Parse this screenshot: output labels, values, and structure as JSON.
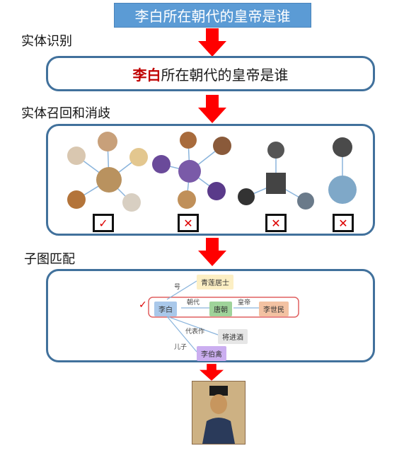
{
  "top_query": "李白所在朝代的皇帝是谁",
  "steps": {
    "entity_recognition": "实体识别",
    "entity_linking": "实体召回和消歧",
    "subgraph_matching": "子图匹配"
  },
  "query_parts": {
    "entity": "李白",
    "rest": "所在朝代的皇帝是谁"
  },
  "candidates": [
    {
      "mark": "✓",
      "status": "correct"
    },
    {
      "mark": "✕",
      "status": "wrong"
    },
    {
      "mark": "✕",
      "status": "wrong"
    },
    {
      "mark": "✕",
      "status": "wrong"
    }
  ],
  "subgraph": {
    "match_mark": "✓",
    "nodes": {
      "libai": "李白",
      "tang": "唐朝",
      "lishimin": "李世民",
      "qinglian": "青莲居士",
      "jiang": "将进酒",
      "libochin": "李伯禽"
    },
    "edges": {
      "hao": "号",
      "chaodai": "朝代",
      "huangdi": "皇帝",
      "daibiaozuo": "代表作",
      "erzi": "儿子"
    }
  },
  "colors": {
    "accent_blue": "#5b9bd5",
    "panel_border": "#41719c",
    "arrow_red": "#ff0000",
    "entity_red": "#c00000"
  }
}
